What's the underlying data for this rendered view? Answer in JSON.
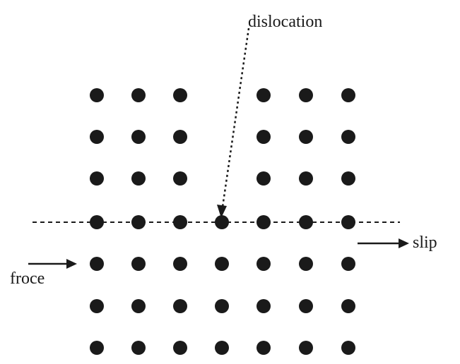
{
  "labels": {
    "dislocation": "dislocation",
    "slip": "slip",
    "force": "froce"
  },
  "lattice": {
    "rows_above_slip_plane": 3,
    "row_on_slip_plane": 1,
    "rows_below_slip_plane": 3,
    "columns": 7,
    "missing_half_plane_column": 4
  },
  "colors": {
    "atom": "#1a1a1a",
    "line": "#1a1a1a",
    "background": "#ffffff"
  }
}
